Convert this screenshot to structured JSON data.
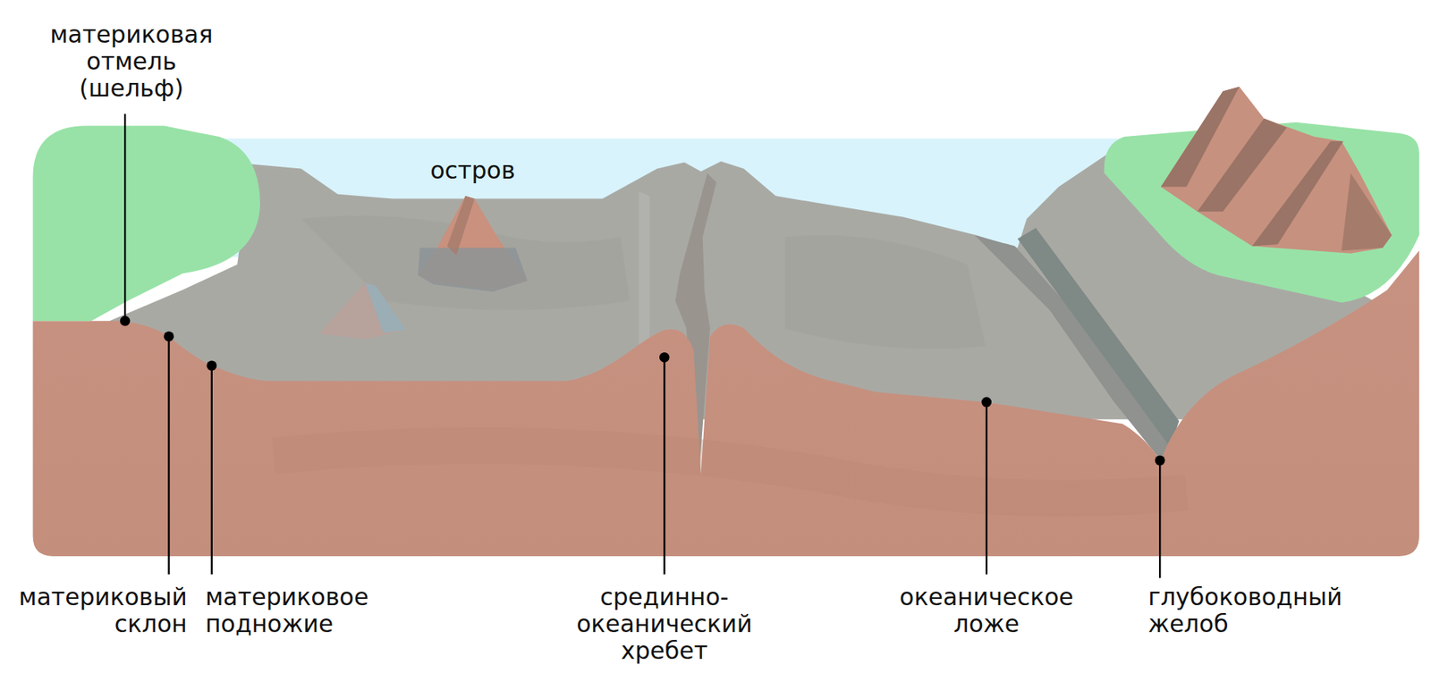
{
  "diagram": {
    "labels": [
      "материковая отмель (шельф)",
      "остров",
      "материковый склон",
      "материковое подножие",
      "срединно-океанический хребет",
      "океаническое ложе",
      "глубоководный желоб"
    ]
  }
}
